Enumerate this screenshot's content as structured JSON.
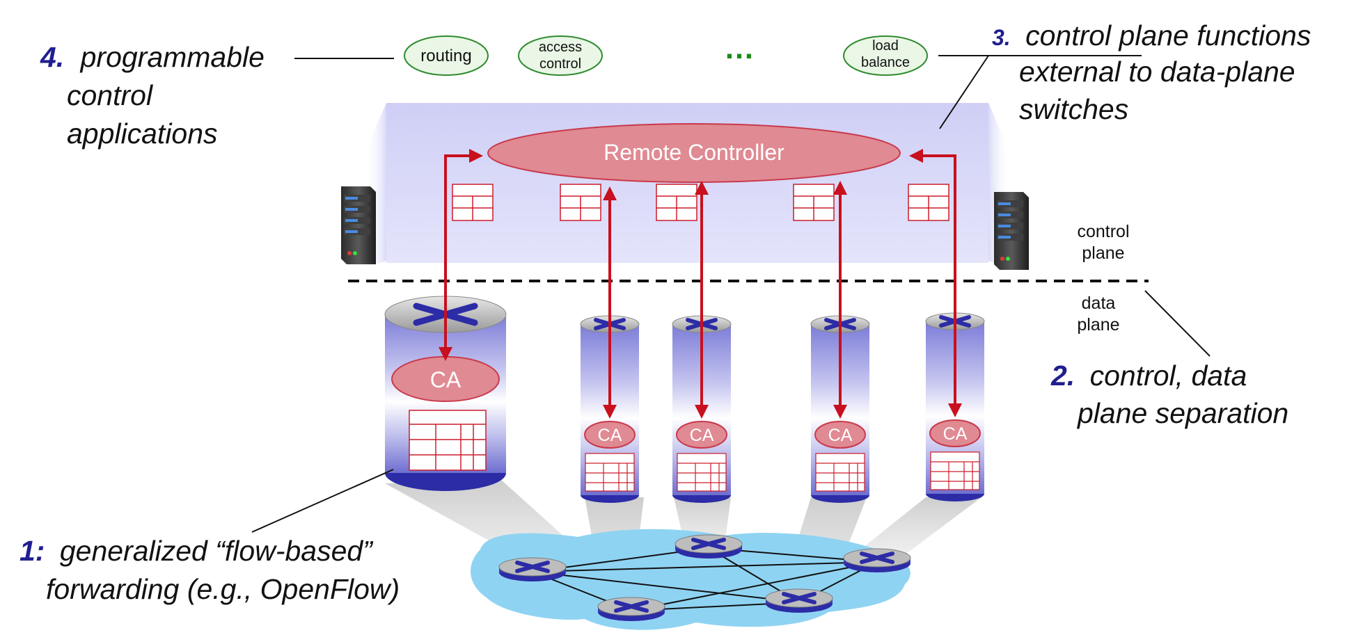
{
  "colors": {
    "control_plane_fill": "#d4d4f7",
    "controller_fill": "#e08a93",
    "controller_stroke": "#c9394b",
    "arrow": "#c8101e",
    "app_fill": "#eaf7e6",
    "app_stroke": "#2e8b2e",
    "ellipsis": "#1a8a1a",
    "callout_number": "#1f1f8f",
    "cylinder_body": "#8e8ee0",
    "cylinder_base": "#2c2ca6",
    "network_cloud": "#8fd3f2",
    "table_stroke": "#cc1c2a"
  },
  "callouts": {
    "c4": {
      "num": "4.",
      "line1": "programmable",
      "line2": "control",
      "line3": "applications"
    },
    "c3": {
      "num": "3.",
      "line1": "control plane functions",
      "line2": "external to data-plane",
      "line3": "switches"
    },
    "c2": {
      "num": "2.",
      "line1": "control, data",
      "line2": "plane separation"
    },
    "c1": {
      "num": "1:",
      "line1": "generalized “flow-based”",
      "line2": "forwarding (e.g., OpenFlow)"
    }
  },
  "apps": {
    "routing": "routing",
    "access_line1": "access",
    "access_line2": "control",
    "ellipsis": "…",
    "load_line1": "load",
    "load_line2": "balance"
  },
  "controller": {
    "label": "Remote Controller"
  },
  "planes": {
    "control_line1": "control",
    "control_line2": "plane",
    "data_line1": "data",
    "data_line2": "plane"
  },
  "switches": {
    "agent_label": "CA",
    "agents": [
      "CA",
      "CA",
      "CA",
      "CA",
      "CA"
    ]
  },
  "icons": {
    "server": "server-tower-icon",
    "router": "router-icon",
    "flow_table": "flow-table-icon"
  }
}
